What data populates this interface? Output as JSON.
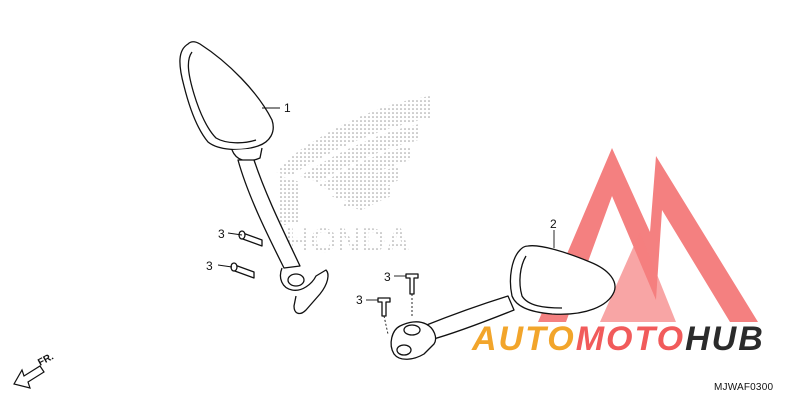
{
  "diagram": {
    "callouts": {
      "part1": "1",
      "part2": "2",
      "bolt_a": "3",
      "bolt_b": "3",
      "bolt_c": "3",
      "bolt_d": "3"
    },
    "direction_label": "FR.",
    "diagram_code": "MJWAF0300"
  },
  "background_logo": {
    "brand": "HONDA"
  },
  "watermark": {
    "part_a": "AUTO",
    "part_b": "MOTO",
    "part_c": "HUB",
    "colors": {
      "orange": "#f2a52b",
      "red": "#f15b5b",
      "dark": "#2b2b2b"
    }
  }
}
